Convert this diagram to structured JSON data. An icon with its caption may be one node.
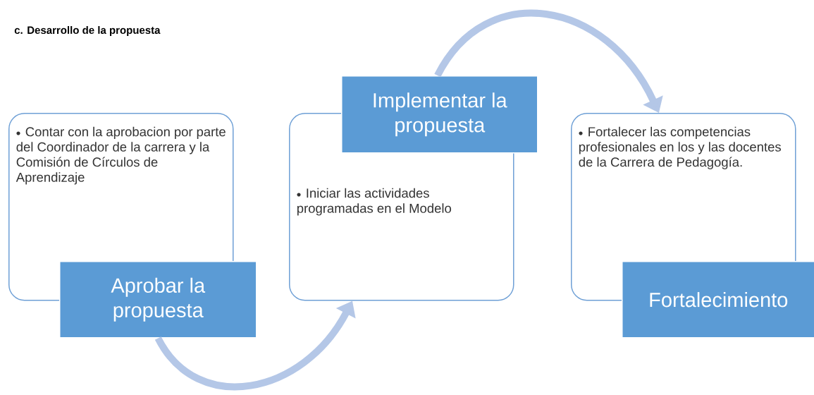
{
  "diagram": {
    "title": "c. Desarrollo de la propuesta",
    "nodes": [
      {
        "text": [
          "Contar con la aprobacion por parte del Coordinador de la carrera y la Comisión de Círculos de Aprendizaje"
        ]
      },
      {
        "text": [
          "Aprobar la propuesta"
        ]
      },
      {
        "text": [
          "Iniciar  las actividades programadas  en el Modelo"
        ]
      },
      {
        "text": [
          "Implementar la propuesta"
        ]
      },
      {
        "text": [
          "Fortalecer las competencias profesionales en los y las docentes  de la Carrera de Pedagogía."
        ]
      },
      {
        "text": [
          "Fortalecimiento"
        ]
      }
    ],
    "edges": [
      {
        "from": 1,
        "to": 2,
        "arrow": "to"
      },
      {
        "from": 3,
        "to": 4,
        "arrow": "to"
      }
    ]
  }
}
